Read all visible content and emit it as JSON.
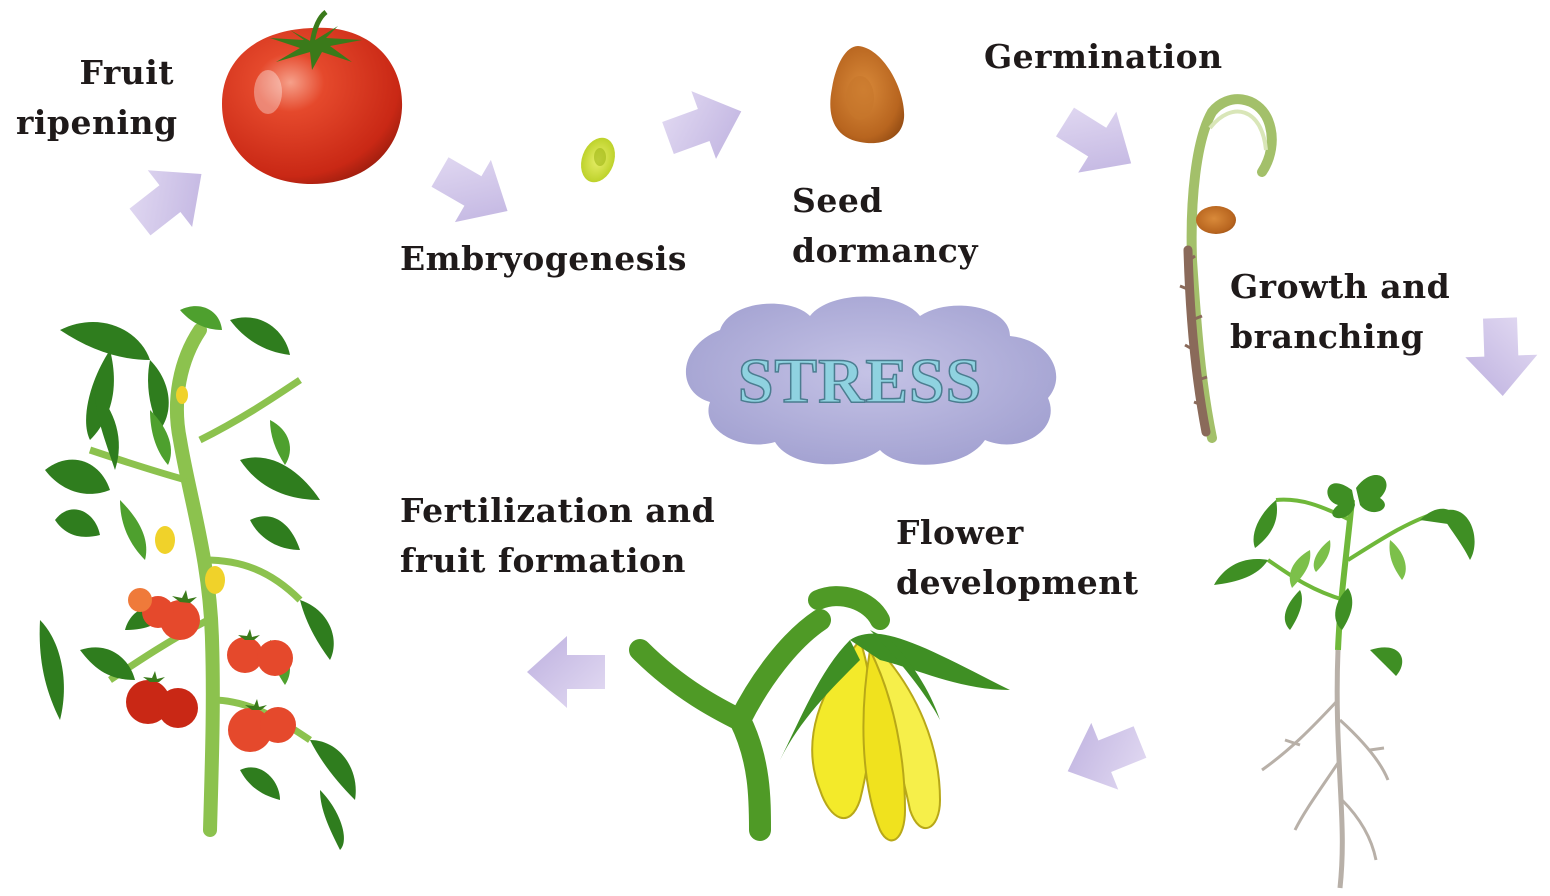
{
  "stages": {
    "fruit_ripening": [
      "Fruit",
      "ripening"
    ],
    "embryogenesis": "Embryogenesis",
    "seed_dormancy": [
      "Seed",
      "dormancy"
    ],
    "germination": "Germination",
    "growth_branching": [
      "Growth and",
      "branching"
    ],
    "flower_development": [
      "Flower",
      "development"
    ],
    "fertilization": [
      "Fertilization and",
      "fruit formation"
    ]
  },
  "center": {
    "label": "STRESS"
  },
  "colors": {
    "arrow": "#c9bde6",
    "cloud": "#a9a8d2",
    "stress_text": "#8fd2e0",
    "leaf_dark": "#2f7d1e",
    "leaf_light": "#6fb83a",
    "tomato": "#d8321e",
    "flower": "#f3ea2a",
    "seed": "#b8651f"
  },
  "icons": [
    "tomato-fruit-icon",
    "embryo-icon",
    "seed-icon",
    "seedling-icon",
    "young-plant-icon",
    "flower-icon",
    "fruiting-plant-icon",
    "stress-cloud-icon"
  ]
}
